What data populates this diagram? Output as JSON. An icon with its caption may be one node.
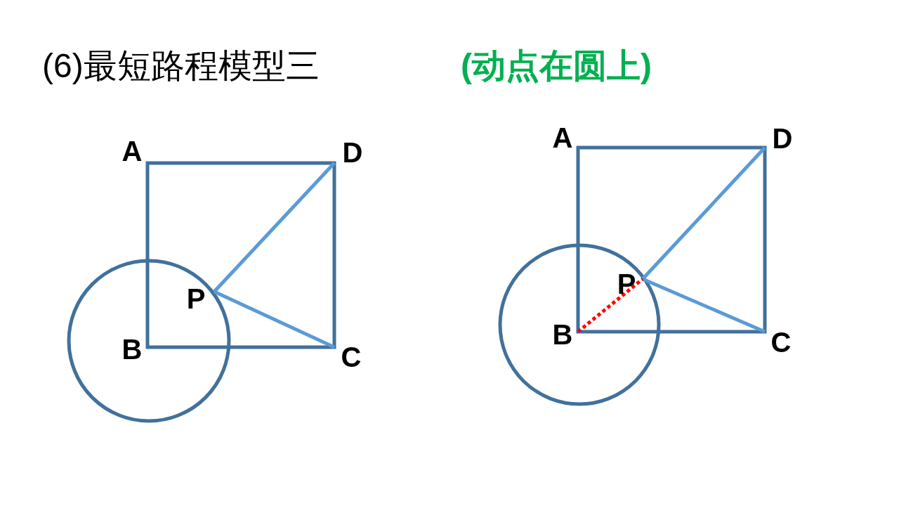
{
  "diagram": {
    "title": "(6)最短路程模型三",
    "labels": [
      "(动点在圆上)",
      "A",
      "D",
      "P",
      "B",
      "C",
      "A",
      "D",
      "P",
      "B",
      "C"
    ]
  }
}
